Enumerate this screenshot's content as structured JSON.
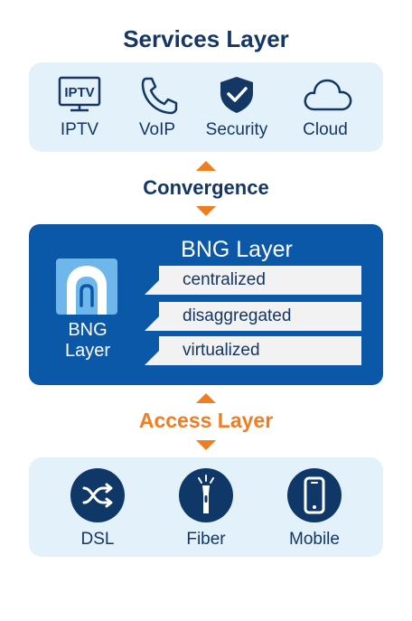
{
  "services": {
    "title": "Services Layer",
    "items": [
      {
        "label": "IPTV",
        "icon": "tv-icon",
        "icon_text": "IPTV"
      },
      {
        "label": "VoIP",
        "icon": "phone-icon"
      },
      {
        "label": "Security",
        "icon": "shield-check-icon"
      },
      {
        "label": "Cloud",
        "icon": "cloud-icon"
      }
    ]
  },
  "convergence_label": "Convergence",
  "bng": {
    "title": "BNG Layer",
    "logo_label": "BNG Layer",
    "tags": [
      "centralized",
      "disaggregated",
      "virtualized"
    ]
  },
  "access": {
    "title": "Access Layer",
    "items": [
      {
        "label": "DSL",
        "icon": "shuffle-icon"
      },
      {
        "label": "Fiber",
        "icon": "fiber-icon"
      },
      {
        "label": "Mobile",
        "icon": "mobile-phone-icon"
      }
    ]
  },
  "colors": {
    "navy": "#143765",
    "accent": "#f07d22",
    "bng_blue": "#0b57a8",
    "panel_bg": "#e3f1fb"
  }
}
